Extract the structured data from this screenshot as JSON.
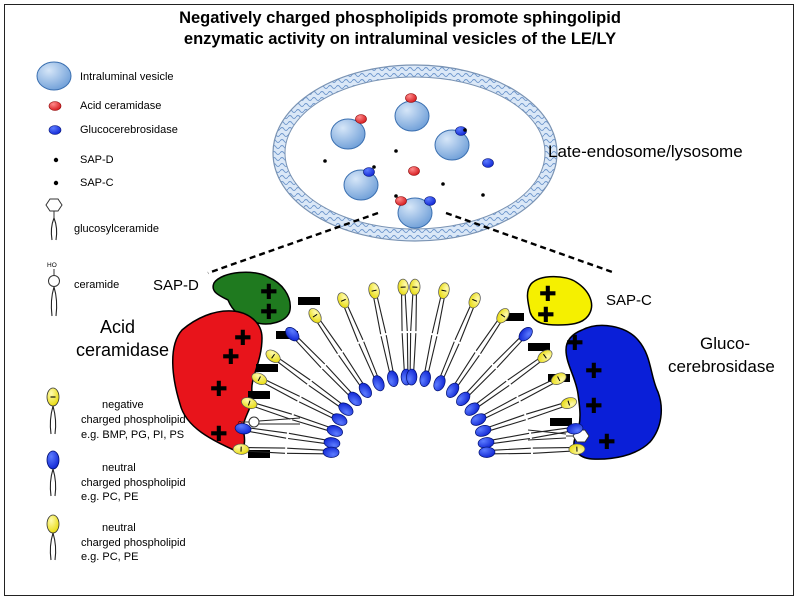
{
  "title": {
    "line1": "Negatively charged phospholipids promote sphingolipid",
    "line2": "enzymatic activity on intraluminal vesicles of the LE/LY"
  },
  "legend": {
    "vesicle": "Intraluminal vesicle",
    "acid_ceramidase": "Acid ceramidase",
    "glucocerebrosidase": "Glucocerebrosidase",
    "sapd": "SAP-D",
    "sapc": "SAP-C",
    "glucosylceramide": "glucosylceramide",
    "ceramide": "ceramide",
    "ho": "HO",
    "negative_pl": [
      "negative",
      "charged phospholipid",
      "e.g. BMP, PG, PI, PS"
    ],
    "neutral_pl_blue": [
      "neutral",
      "charged phospholipid",
      "e.g. PC, PE"
    ],
    "neutral_pl_yellow": [
      "neutral",
      "charged phospholipid",
      "e.g. PC, PE"
    ]
  },
  "organelle_label": "Late-endosome/lysosome",
  "protein_labels": {
    "sapd": "SAP-D",
    "sapc": "SAP-C",
    "acid_ceramidase": [
      "Acid",
      "ceramidase"
    ],
    "glucocerebrosidase": [
      "Gluco-",
      "cerebrosidase"
    ]
  },
  "colors": {
    "vesicle": "#8fb4e3",
    "acid_ceramidase": "#e8141b",
    "glucocerebrosidase": "#0a1fd8",
    "sapd": "#1f7a1f",
    "sapc": "#f5f000",
    "negative_headgroup": "#f2e600",
    "neutral_headgroup_blue": "#0a1fd8",
    "membrane": "#a9c7ec"
  },
  "symbols": {
    "plus": "✚",
    "minus": "−"
  }
}
